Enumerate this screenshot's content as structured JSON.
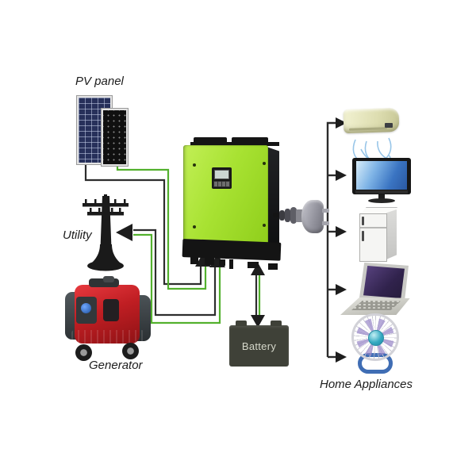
{
  "labels": {
    "pv_panel": "PV panel",
    "utility": "Utility",
    "generator": "Generator",
    "battery": "Battery",
    "home_appliances": "Home Appliances"
  },
  "colors": {
    "wire_green": "#53b12e",
    "wire_black": "#2d2d2d",
    "inverter_green": "#a8e232",
    "generator_red": "#c01e23",
    "battery_body": "#3f4138",
    "appliance_bus": "#2b2b2b",
    "air_swirl_blue": "#85bbe4"
  },
  "nodes": [
    {
      "id": "pv-panel",
      "label": "PV panel",
      "icon": "solar-panel-icon"
    },
    {
      "id": "utility",
      "label": "Utility",
      "icon": "utility-pole-icon"
    },
    {
      "id": "generator",
      "label": "Generator",
      "icon": "generator-icon"
    },
    {
      "id": "inverter",
      "label": "",
      "icon": "inverter-icon"
    },
    {
      "id": "battery",
      "label": "Battery",
      "icon": "battery-icon"
    },
    {
      "id": "home-appliances",
      "label": "Home Appliances",
      "icon": "appliances-icons"
    }
  ],
  "appliances": [
    "air-conditioner",
    "tv",
    "refrigerator",
    "laptop",
    "fan"
  ],
  "connections": [
    {
      "from": "pv-panel",
      "to": "inverter",
      "style": "black-green-pair",
      "direction": "into-inverter"
    },
    {
      "from": "inverter",
      "to": "utility",
      "style": "black-green-pair",
      "direction": "both"
    },
    {
      "from": "generator",
      "to": "inverter",
      "style": "green",
      "direction": "into-inverter"
    },
    {
      "from": "inverter",
      "to": "battery",
      "style": "black-green-pair",
      "direction": "bidirectional"
    },
    {
      "from": "inverter",
      "to": "home-appliances",
      "style": "black-bus",
      "direction": "to-appliances"
    }
  ]
}
